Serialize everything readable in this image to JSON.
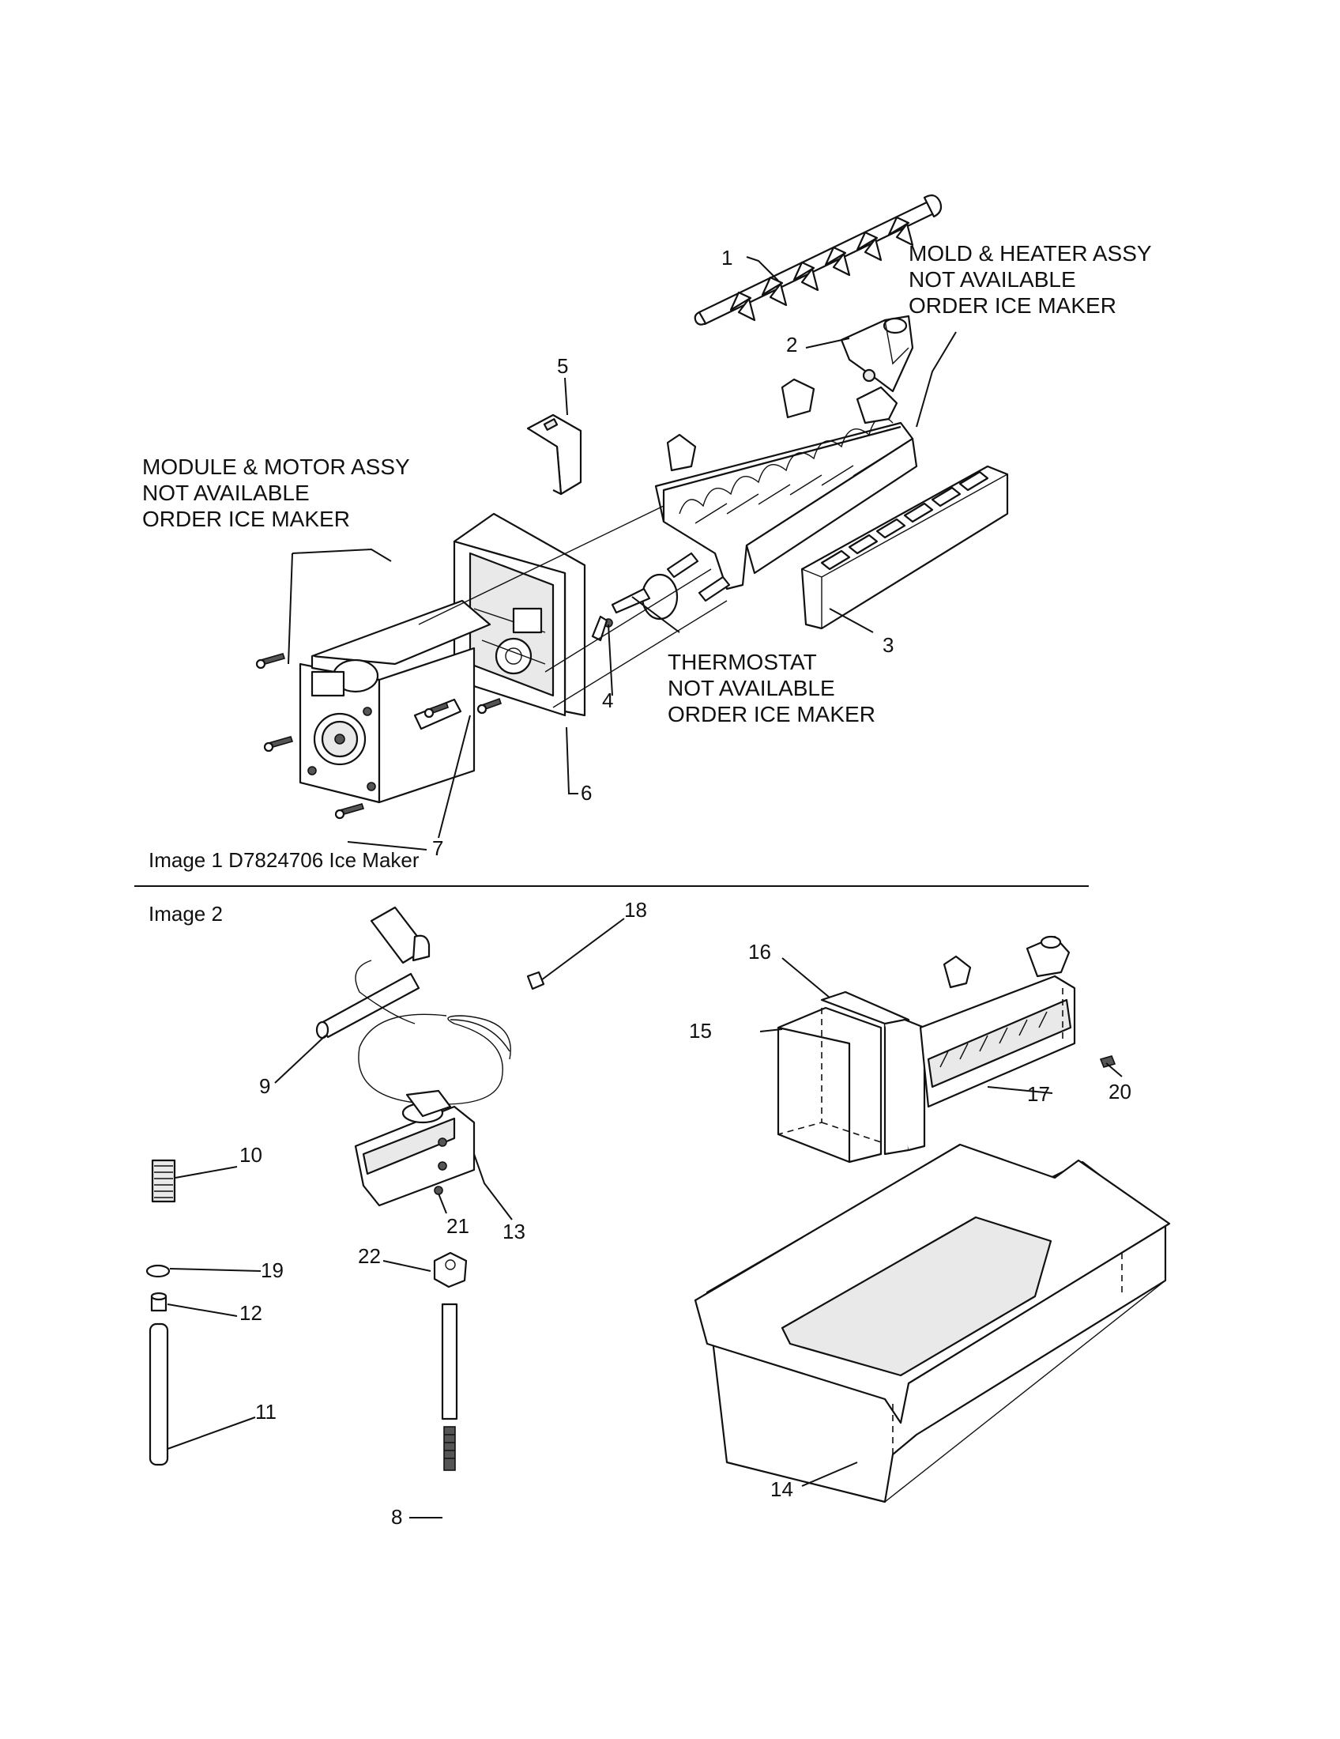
{
  "image1": {
    "caption": "Image 1  D7824706 Ice Maker",
    "callouts": {
      "p1": "1",
      "p2": "2",
      "p3": "3",
      "p4": "4",
      "p5": "5",
      "p6": "6",
      "p7": "7"
    },
    "notes": {
      "mold_heater": [
        "MOLD & HEATER ASSY",
        "NOT AVAILABLE",
        "ORDER ICE MAKER"
      ],
      "module_motor": [
        "MODULE & MOTOR ASSY",
        "NOT AVAILABLE",
        "ORDER ICE MAKER"
      ],
      "thermostat": [
        "THERMOSTAT",
        "NOT AVAILABLE",
        "ORDER ICE MAKER"
      ]
    }
  },
  "image2": {
    "caption": "Image 2",
    "callouts": {
      "p8": "8",
      "p9": "9",
      "p10": "10",
      "p11": "11",
      "p12": "12",
      "p13": "13",
      "p14": "14",
      "p15": "15",
      "p16": "16",
      "p17": "17",
      "p18": "18",
      "p19": "19",
      "p20": "20",
      "p21": "21",
      "p22": "22"
    }
  }
}
